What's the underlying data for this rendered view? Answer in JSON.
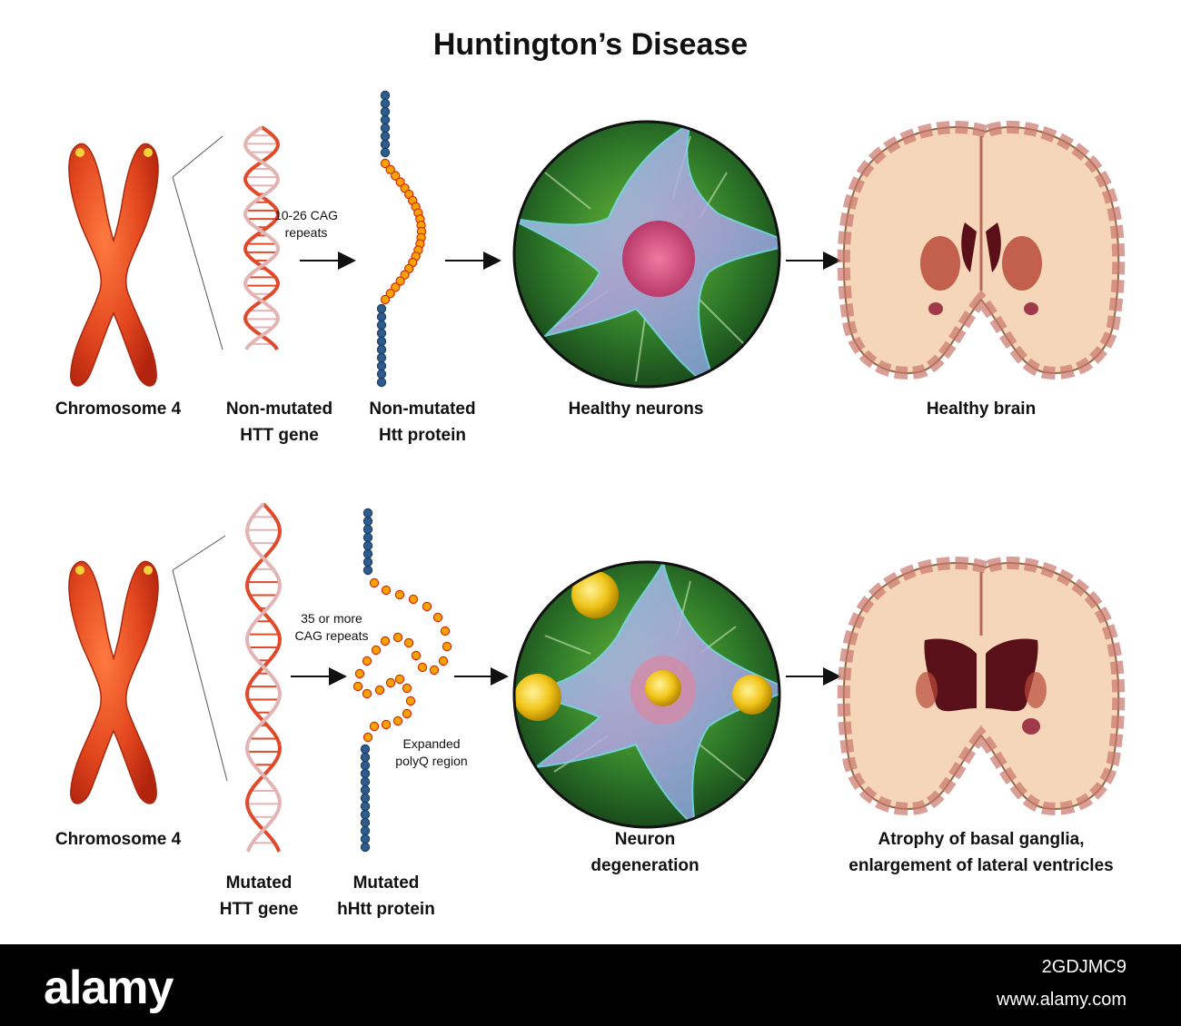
{
  "title": "Huntington’s Disease",
  "top_row": {
    "chromosome": "Chromosome 4",
    "gene": [
      "Non-mutated",
      "HTT gene"
    ],
    "protein": [
      "Non-mutated",
      "Htt protein"
    ],
    "neurons": "Healthy neurons",
    "brain": "Healthy brain",
    "repeats_note": [
      "10-26 CAG",
      "repeats"
    ]
  },
  "bottom_row": {
    "chromosome": "Chromosome 4",
    "gene": [
      "Mutated",
      "HTT gene"
    ],
    "protein": [
      "Mutated",
      "hHtt protein"
    ],
    "neurons": [
      "Neuron",
      "degeneration"
    ],
    "brain": [
      "Atrophy of basal ganglia,",
      "enlargement of lateral ventricles"
    ],
    "repeats_note": [
      "35 or more",
      "CAG repeats"
    ],
    "polyq_note": [
      "Expanded",
      "polyQ region"
    ]
  },
  "footer": {
    "brand": "alamy",
    "image_id": "2GDJMC9",
    "site": "www.alamy.com"
  },
  "colors": {
    "chromosome": "#e2461e",
    "dna_red": "#e04a2a",
    "dna_pink": "#e3b4b4",
    "bead_blue": "#2d5d8e",
    "bead_red": "#f5a300",
    "neuron_bg": "#2f7a2a",
    "brain_tissue": "#f6d6b8",
    "brain_ventricle": "#5a1018"
  },
  "icons": [
    "arrow-right-icon"
  ]
}
